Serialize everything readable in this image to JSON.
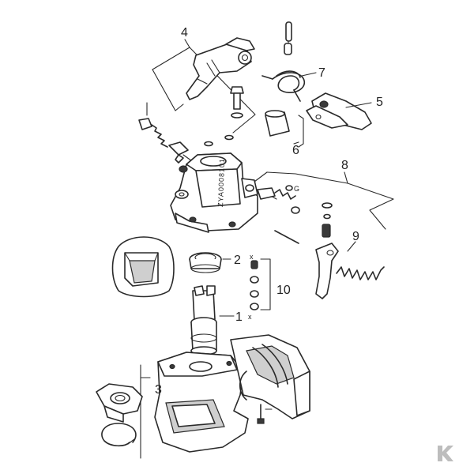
{
  "callouts": [
    {
      "id": "1",
      "text": "1"
    },
    {
      "id": "2",
      "text": "2"
    },
    {
      "id": "3",
      "text": "3"
    },
    {
      "id": "4",
      "text": "4"
    },
    {
      "id": "5",
      "text": "5"
    },
    {
      "id": "6",
      "text": "6"
    },
    {
      "id": "7",
      "text": "7"
    },
    {
      "id": "8",
      "text": "8"
    },
    {
      "id": "9",
      "text": "9"
    },
    {
      "id": "10",
      "text": "10"
    }
  ],
  "small_marks": {
    "x_on_1": "x",
    "x_near_10": "x",
    "g_mark": "G"
  },
  "housing_stamp": "ZYA0008101",
  "logo": {
    "letter": "K",
    "color": "#bdbdbd"
  },
  "colors": {
    "line": "#2a2a2a",
    "background": "#ffffff"
  }
}
